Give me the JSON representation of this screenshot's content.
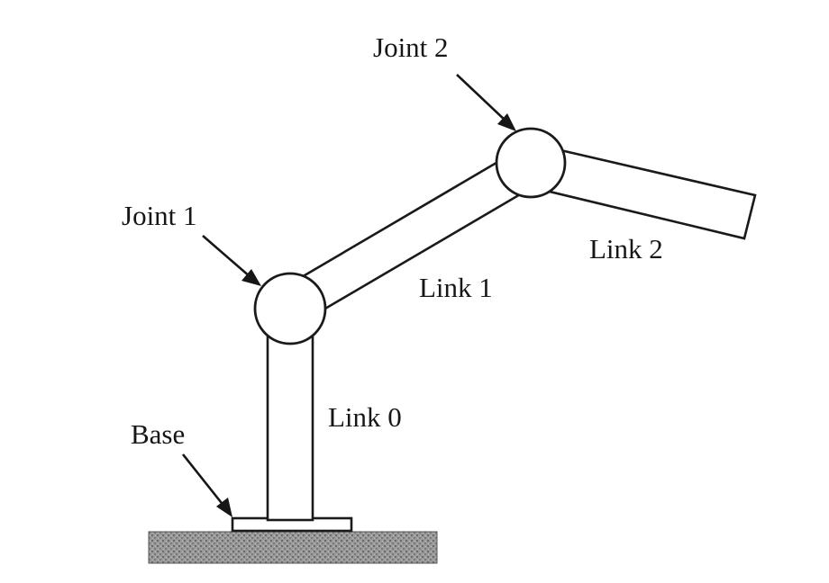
{
  "labels": {
    "joint2": "Joint 2",
    "joint1": "Joint 1",
    "link2": "Link 2",
    "link1": "Link 1",
    "link0": "Link 0",
    "base": "Base"
  },
  "colors": {
    "line": "#1a1a1a",
    "ground": "#8a8a8a"
  }
}
